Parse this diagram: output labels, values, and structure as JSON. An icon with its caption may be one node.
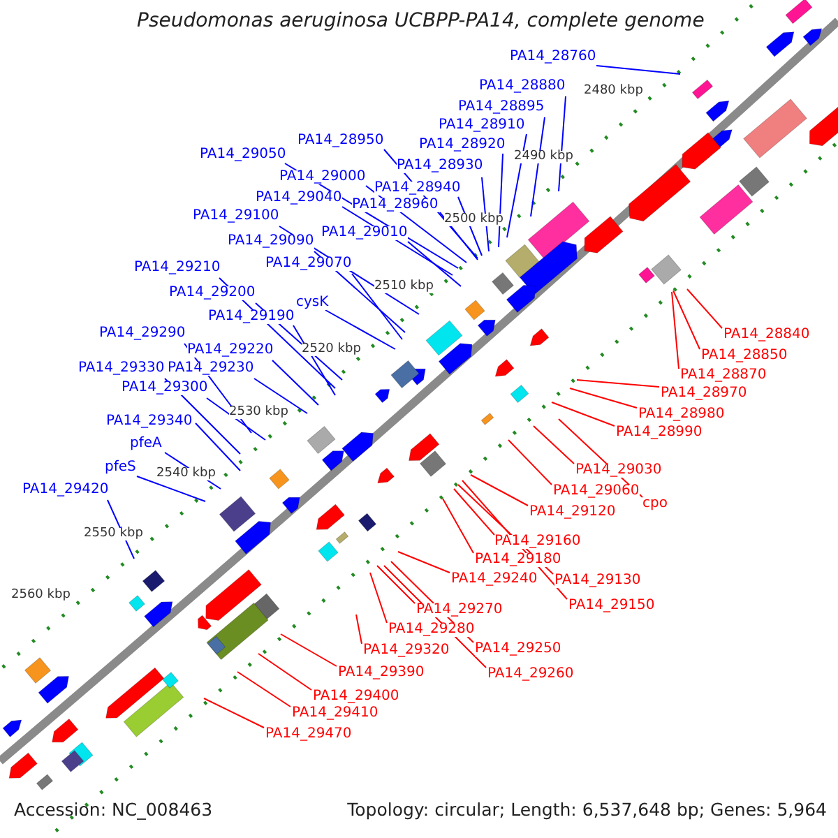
{
  "diagram": {
    "title": "Pseudomonas aeruginosa UCBPP-PA14, complete genome",
    "nodes": [
      {
        "text": [
          "PA14_28760"
        ]
      },
      {
        "text": [
          "PA14_28880"
        ]
      },
      {
        "text": [
          "PA14_28895"
        ]
      },
      {
        "text": [
          "PA14_28910"
        ]
      },
      {
        "text": [
          "PA14_28950"
        ]
      },
      {
        "text": [
          "PA14_28920"
        ]
      },
      {
        "text": [
          "PA14_29050"
        ]
      },
      {
        "text": [
          "PA14_28930"
        ]
      },
      {
        "text": [
          "PA14_29000"
        ]
      },
      {
        "text": [
          "PA14_28940"
        ]
      },
      {
        "text": [
          "PA14_29040"
        ]
      },
      {
        "text": [
          "PA14_28960"
        ]
      },
      {
        "text": [
          "PA14_29100"
        ]
      },
      {
        "text": [
          "PA14_29010"
        ]
      },
      {
        "text": [
          "PA14_29090"
        ]
      },
      {
        "text": [
          "PA14_29070"
        ]
      },
      {
        "text": [
          "PA14_29210"
        ]
      },
      {
        "text": [
          "PA14_29200"
        ]
      },
      {
        "text": [
          "cysK"
        ]
      },
      {
        "text": [
          "PA14_29190"
        ]
      },
      {
        "text": [
          "PA14_29290"
        ]
      },
      {
        "text": [
          "PA14_29220"
        ]
      },
      {
        "text": [
          "PA14_29330"
        ]
      },
      {
        "text": [
          "PA14_29230"
        ]
      },
      {
        "text": [
          "PA14_29300"
        ]
      },
      {
        "text": [
          "PA14_29340"
        ]
      },
      {
        "text": [
          "pfeA"
        ]
      },
      {
        "text": [
          "pfeS"
        ]
      },
      {
        "text": [
          "PA14_29420"
        ]
      },
      {
        "text": [
          "PA14_28840"
        ]
      },
      {
        "text": [
          "PA14_28850"
        ]
      },
      {
        "text": [
          "PA14_28870"
        ]
      },
      {
        "text": [
          "PA14_28970"
        ]
      },
      {
        "text": [
          "PA14_28980"
        ]
      },
      {
        "text": [
          "PA14_28990"
        ]
      },
      {
        "text": [
          "PA14_29030"
        ]
      },
      {
        "text": [
          "PA14_29060"
        ]
      },
      {
        "text": [
          "cpo"
        ]
      },
      {
        "text": [
          "PA14_29120"
        ]
      },
      {
        "text": [
          "PA14_29160"
        ]
      },
      {
        "text": [
          "PA14_29180"
        ]
      },
      {
        "text": [
          "PA14_29240"
        ]
      },
      {
        "text": [
          "PA14_29130"
        ]
      },
      {
        "text": [
          "PA14_29150"
        ]
      },
      {
        "text": [
          "PA14_29270"
        ]
      },
      {
        "text": [
          "PA14_29280"
        ]
      },
      {
        "text": [
          "PA14_29250"
        ]
      },
      {
        "text": [
          "PA14_29320"
        ]
      },
      {
        "text": [
          "PA14_29260"
        ]
      },
      {
        "text": [
          "PA14_29390"
        ]
      },
      {
        "text": [
          "PA14_29400"
        ]
      },
      {
        "text": [
          "PA14_29410"
        ]
      },
      {
        "text": [
          "PA14_29470"
        ]
      }
    ],
    "edges": [
      {
        "from": 0,
        "to": null,
        "arrow": "none"
      },
      {
        "from": 1,
        "to": null,
        "arrow": "none"
      },
      {
        "from": 2,
        "to": null,
        "arrow": "none"
      },
      {
        "from": 3,
        "to": null,
        "arrow": "none"
      },
      {
        "from": 4,
        "to": null,
        "arrow": "none"
      },
      {
        "from": 5,
        "to": null,
        "arrow": "none"
      },
      {
        "from": 6,
        "to": null,
        "arrow": "none"
      },
      {
        "from": 7,
        "to": null,
        "arrow": "none"
      },
      {
        "from": 8,
        "to": null,
        "arrow": "none"
      },
      {
        "from": 9,
        "to": null,
        "arrow": "none"
      },
      {
        "from": 10,
        "to": null,
        "arrow": "none"
      },
      {
        "from": 11,
        "to": null,
        "arrow": "none"
      },
      {
        "from": 12,
        "to": null,
        "arrow": "none"
      },
      {
        "from": 13,
        "to": null,
        "arrow": "none"
      },
      {
        "from": 14,
        "to": null,
        "arrow": "none"
      },
      {
        "from": 15,
        "to": null,
        "arrow": "none"
      },
      {
        "from": 16,
        "to": null,
        "arrow": "none"
      },
      {
        "from": 17,
        "to": null,
        "arrow": "none"
      },
      {
        "from": 18,
        "to": null,
        "arrow": "none"
      },
      {
        "from": 19,
        "to": null,
        "arrow": "none"
      },
      {
        "from": 20,
        "to": null,
        "arrow": "none"
      },
      {
        "from": 21,
        "to": null,
        "arrow": "none"
      },
      {
        "from": 22,
        "to": null,
        "arrow": "none"
      },
      {
        "from": 23,
        "to": null,
        "arrow": "none"
      },
      {
        "from": 24,
        "to": null,
        "arrow": "none"
      },
      {
        "from": 25,
        "to": null,
        "arrow": "none"
      },
      {
        "from": 26,
        "to": null,
        "arrow": "none"
      },
      {
        "from": 27,
        "to": null,
        "arrow": "none"
      },
      {
        "from": 28,
        "to": null,
        "arrow": "none"
      },
      {
        "from": 29,
        "to": null,
        "arrow": "none",
        "color": "#ff0000"
      },
      {
        "from": 30,
        "to": null,
        "arrow": "none",
        "color": "#ff0000"
      },
      {
        "from": 31,
        "to": null,
        "arrow": "none",
        "color": "#ff0000"
      },
      {
        "from": 32,
        "to": null,
        "arrow": "none",
        "color": "#ff0000"
      },
      {
        "from": 33,
        "to": null,
        "arrow": "none",
        "color": "#ff0000"
      },
      {
        "from": 34,
        "to": null,
        "arrow": "none",
        "color": "#ff0000"
      },
      {
        "from": 35,
        "to": null,
        "arrow": "none",
        "color": "#ff0000"
      },
      {
        "from": 36,
        "to": null,
        "arrow": "none",
        "color": "#ff0000"
      },
      {
        "from": 37,
        "to": null,
        "arrow": "none",
        "color": "#ff0000"
      },
      {
        "from": 38,
        "to": null,
        "arrow": "none",
        "color": "#ff0000"
      },
      {
        "from": 39,
        "to": null,
        "arrow": "none",
        "color": "#ff0000"
      },
      {
        "from": 40,
        "to": null,
        "arrow": "none",
        "color": "#ff0000"
      },
      {
        "from": 41,
        "to": null,
        "arrow": "none",
        "color": "#ff0000"
      },
      {
        "from": 42,
        "to": null,
        "arrow": "none",
        "color": "#ff0000"
      },
      {
        "from": 43,
        "to": null,
        "arrow": "none",
        "color": "#ff0000"
      },
      {
        "from": 44,
        "to": null,
        "arrow": "none",
        "color": "#ff0000"
      },
      {
        "from": 45,
        "to": null,
        "arrow": "none",
        "color": "#ff0000"
      },
      {
        "from": 46,
        "to": null,
        "arrow": "none",
        "color": "#ff0000"
      },
      {
        "from": 47,
        "to": null,
        "arrow": "none",
        "color": "#ff0000"
      },
      {
        "from": 48,
        "to": null,
        "arrow": "none",
        "color": "#ff0000"
      },
      {
        "from": 49,
        "to": null,
        "arrow": "none",
        "color": "#ff0000"
      },
      {
        "from": 50,
        "to": null,
        "arrow": "none",
        "color": "#ff0000"
      },
      {
        "from": 51,
        "to": null,
        "arrow": "none",
        "color": "#ff0000"
      },
      {
        "from": 52,
        "to": null,
        "arrow": "none",
        "color": "#ff0000"
      }
    ],
    "labels": [
      "2480 kbp",
      "2490 kbp",
      "2500 kbp",
      "2510 kbp",
      "2520 kbp",
      "2530 kbp",
      "2540 kbp",
      "2550 kbp",
      "2560 kbp",
      "Accession: NC_008463",
      "Topology: circular; Length: 6,537,648 bp; Genes: 5,964"
    ]
  }
}
